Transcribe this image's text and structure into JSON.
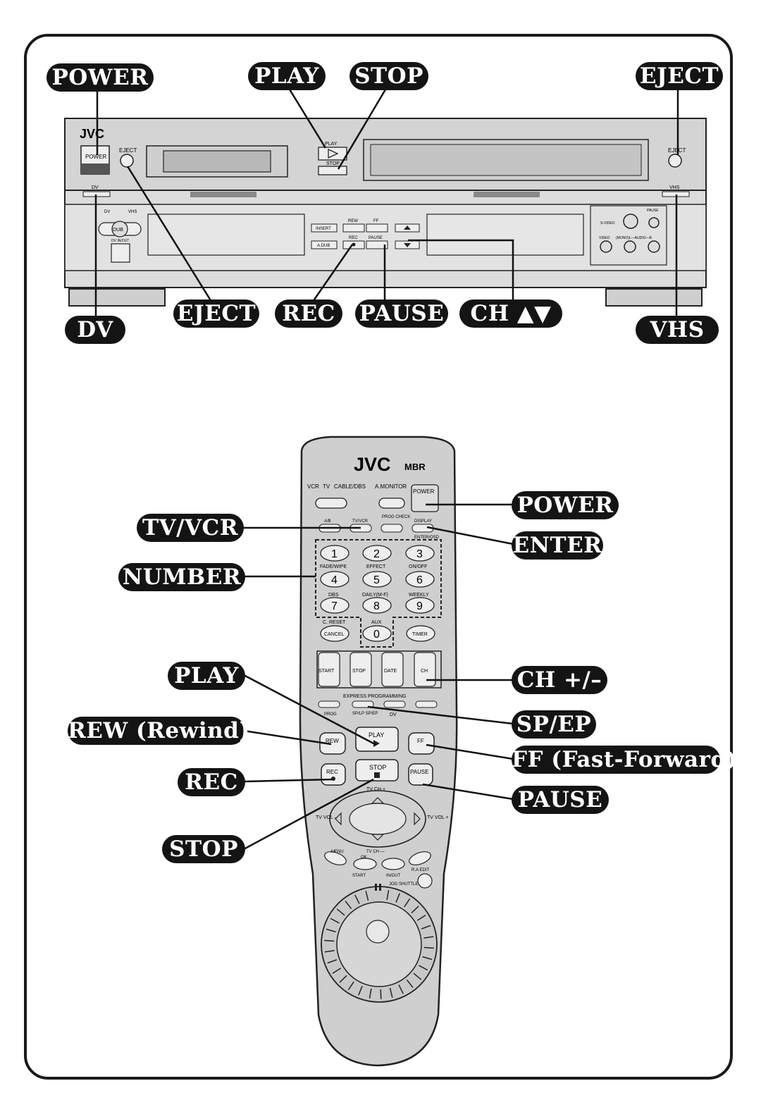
{
  "vcr": {
    "labels": {
      "power": "POWER",
      "play": "PLAY",
      "stop": "STOP",
      "eject_top": "EJECT",
      "dv": "DV",
      "eject_bottom": "EJECT",
      "rec": "REC",
      "pause": "PAUSE",
      "ch": "CH ▲▼",
      "vhs": "VHS"
    },
    "panel": {
      "brand": "JVC",
      "power": "POWER",
      "eject": "EJECT",
      "play": "PLAY",
      "stop": "STOP",
      "eject_right": "EJECT",
      "dv": "DV",
      "vhs": "VHS",
      "dub": "DUB",
      "dv_arrow": "DV",
      "vhs_arrow": "VHS",
      "insert": "INSERT",
      "adub": "A.DUB",
      "rew": "REW",
      "ff": "FF",
      "rec": "REC",
      "pause": "PAUSE",
      "svideo": "S-VIDEO",
      "pause_right": "PAUSE",
      "video": "VIDEO",
      "audio": "(MONO)L—AUDIO—R",
      "dv_inout": "DV IN/OUT"
    }
  },
  "remote": {
    "labels": {
      "power": "POWER",
      "tvvcr": "TV/VCR",
      "enter": "ENTER",
      "number": "NUMBER",
      "play": "PLAY",
      "ch": "CH +/–",
      "spep": "SP/EP",
      "rew": "REW (Rewind)",
      "ff": "FF (Fast-Forward)",
      "rec": "REC",
      "pause": "PAUSE",
      "stop": "STOP"
    },
    "body": {
      "brand": "JVC",
      "mbr": "MBR",
      "vcr": "VCR",
      "tv": "TV",
      "cable": "CABLE/DBS",
      "amonitor": "A.MONITOR",
      "power": "POWER",
      "ab": "A/B",
      "tvvcr": "TV/VCR",
      "prog": "PROG CHECK",
      "display": "DISPLAY",
      "enterosd": "ENTER/OSD",
      "fade": "FADE/WIPE",
      "effect": "EFFECT",
      "onoff": "ON/OFF",
      "dbs": "DBS",
      "daily": "DAILY(M-F)",
      "weekly": "WEEKLY",
      "creset": "C. RESET",
      "aux": "AUX",
      "cancel": "CANCEL",
      "timer": "TIMER",
      "start": "START",
      "stop": "STOP",
      "date": "DATE",
      "ch": "CH",
      "express": "EXPRESS PROGRAMMING",
      "progbtn": "PROG",
      "spep": "SP/LP SP/EP",
      "dv": "DV",
      "rew": "REW",
      "play": "PLAY",
      "ff": "FF",
      "rec": "REC",
      "stopbtn": "STOP",
      "pausebtn": "PAUSE",
      "tvch_plus": "TV CH +",
      "tvvol_minus": "TV VOL –",
      "tvvol_plus": "TV VOL +",
      "menu": "MENU",
      "ok": "OK",
      "tvch_minus": "TV CH —",
      "start2": "START",
      "inout": "IN/OUT",
      "ra_edit": "R.A.EDIT",
      "jog": "JOG SHUTTLE",
      "keys": [
        "1",
        "2",
        "3",
        "4",
        "5",
        "6",
        "7",
        "8",
        "9",
        "0"
      ]
    }
  }
}
